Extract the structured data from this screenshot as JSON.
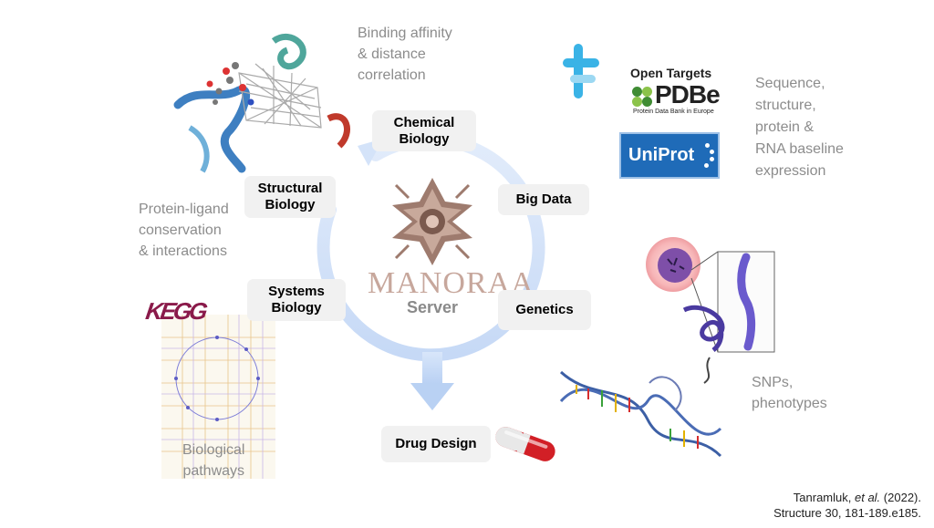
{
  "center": {
    "brand": "MANORAA",
    "subtitle": "Server"
  },
  "nodes": {
    "chemical_biology": [
      "Chemical",
      "Biology"
    ],
    "big_data": "Big Data",
    "genetics": "Genetics",
    "systems_biology": [
      "Systems",
      "Biology"
    ],
    "structural_biology": [
      "Structural",
      "Biology"
    ],
    "drug_design": "Drug Design"
  },
  "annotations": {
    "binding": [
      "Binding affinity",
      "& distance",
      "correlation"
    ],
    "sequence": [
      "Sequence,",
      "structure,",
      "protein &",
      "RNA baseline",
      "expression"
    ],
    "protein_ligand": [
      "Protein-ligand",
      "conservation",
      "& interactions"
    ],
    "snps": [
      "SNPs,",
      "phenotypes"
    ],
    "pathways": [
      "Biological",
      "pathways"
    ]
  },
  "logos": {
    "open_targets": "Open Targets",
    "pdbe": "PDBe",
    "pdbe_caption": "Protein Data Bank in Europe",
    "uniprot": "UniProt",
    "kegg": "KEGG"
  },
  "citation": {
    "authors": "Tanramluk,",
    "etal": "et al.",
    "year": "(2022).",
    "journal": "Structure 30, 181-189.e185."
  },
  "colors": {
    "ring": "#cfe0f8",
    "node_bg": "#f1f1f1",
    "annotation_text": "#8c8c8c",
    "brand": "#c7a79c",
    "uniprot_blue": "#1f6bb8",
    "kegg_magenta": "#8a1a4a"
  }
}
